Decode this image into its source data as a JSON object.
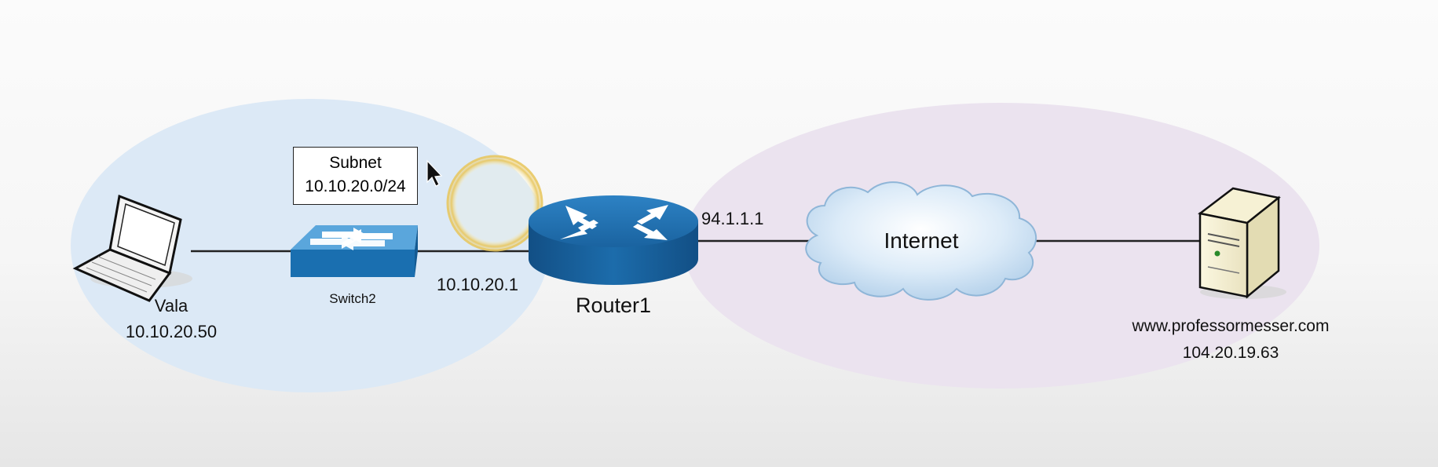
{
  "subnet": {
    "title": "Subnet",
    "cidr": "10.10.20.0/24"
  },
  "laptop": {
    "name": "Vala",
    "ip": "10.10.20.50"
  },
  "switch": {
    "name": "Switch2"
  },
  "router": {
    "name": "Router1",
    "inside_ip": "10.10.20.1",
    "outside_ip": "94.1.1.1"
  },
  "cloud": {
    "label": "Internet"
  },
  "server": {
    "host": "www.professormesser.com",
    "ip": "104.20.19.63"
  },
  "colors": {
    "local_zone": "#dce9f6",
    "internet_zone": "#ebe3ef",
    "device_blue": "#1a6fb0",
    "highlight_ring": "#e8c55a"
  },
  "icons": [
    "laptop-icon",
    "switch-icon",
    "router-icon",
    "cloud-icon",
    "server-icon",
    "mouse-pointer-icon"
  ]
}
